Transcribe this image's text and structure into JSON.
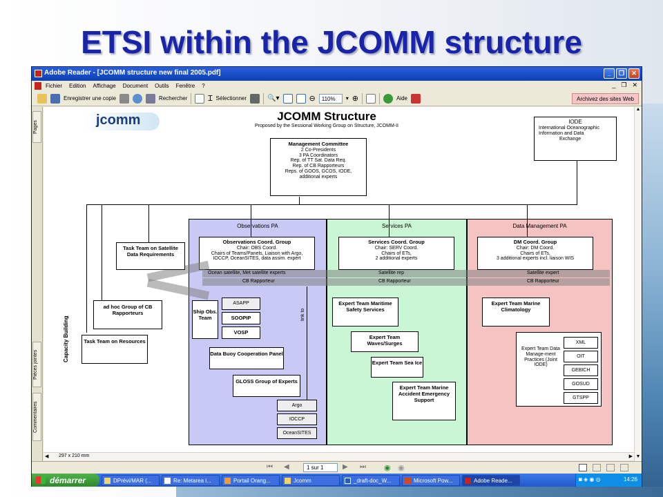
{
  "slide": {
    "title": "ETSI within the JCOMM structure"
  },
  "window": {
    "title": "Adobe Reader - [JCOMM structure new final 2005.pdf]",
    "menu": [
      "Fichier",
      "Edition",
      "Affichage",
      "Document",
      "Outils",
      "Fenêtre",
      "?"
    ],
    "toolbar": {
      "save_copy": "Enregistrer une copie",
      "search": "Rechercher",
      "select": "Sélectionner",
      "zoom": "110%",
      "help": "Aide",
      "archive": "Archivez des sites Web"
    },
    "side_tabs": [
      "Pages",
      "Pièces jointes",
      "Commentaires"
    ],
    "page_size": "297 x 210 mm",
    "page_nav": "1 sur 1"
  },
  "diagram": {
    "logo": "jcomm",
    "title": "JCOMM Structure",
    "subtitle": "Proposed by the Sessional Working Group on Structure, JCOMM-II",
    "management": {
      "title": "Management Committee",
      "lines": [
        "2 Co-Presidents",
        "3 PA Coordinators",
        "Rep. of TT Sat. Data Req.",
        "Rep. of CB Rapporteurs",
        "Reps. of GOOS, GCOS, IODE,",
        "additional experts"
      ]
    },
    "iode": {
      "title": "IODE",
      "lines": [
        "International Oceanographic",
        "Information and Data",
        "Exchange"
      ]
    },
    "obs_pa": "Observations PA",
    "serv_pa": "Services PA",
    "dm_pa": "Data Management PA",
    "obs_group": {
      "title": "Observations Coord. Group",
      "lines": [
        "Chair: OBS Coord.",
        "Chairs of Teams/Panels, Liaison with Argo,",
        "IOCCP, OceanSITES, data assim. expert"
      ]
    },
    "serv_group": {
      "title": "Services Coord. Group",
      "lines": [
        "Chair: SERV Coord.",
        "Chairs of ETs,",
        "2 additional experts"
      ]
    },
    "dm_group": {
      "title": "DM Coord. Group",
      "lines": [
        "Chair: DM Coord.",
        "Chairs of ETs,",
        "3 additional experts incl. liaison WIS"
      ]
    },
    "bar1": {
      "obs": "Ocean satellite, Met satellite experts",
      "serv": "Satellite rep",
      "dm": "Satellite expert"
    },
    "bar2": {
      "obs": "CB Rapporteur",
      "serv": "CB Rapporteur",
      "dm": "CB Rapporteur"
    },
    "task_sat": "Task Team on Satellite Data Requirements",
    "adhoc_cb": "ad hoc Group of CB Rapporteurs",
    "task_res": "Task Team on Resources",
    "capacity": "Capacity Building",
    "ship_obs": "Ship Obs. Team",
    "ship_items": [
      "ASAPP",
      "SOOPIP",
      "VOSP"
    ],
    "dbcp": "Data Buoy Cooperation Panel",
    "gloss": "GLOSS Group of Experts",
    "link": "link to",
    "obs_links": [
      "Argo",
      "IOCCP",
      "OceanSITES"
    ],
    "et_mss": "Expert Team Maritime Safety Services",
    "et_waves": "Expert Team Waves/Surges",
    "et_ice": "Expert Team Sea Ice",
    "et_maes": "Expert Team Marine Accident Emergency Support",
    "et_clim": "Expert Team Marine Climatology",
    "et_dmp": "Expert Team Data Manage-ment Practices (Joint IODE)",
    "dmp_items": [
      "XML",
      "OIT",
      "GEBICH",
      "GOSUD",
      "GTSPP"
    ]
  },
  "taskbar": {
    "start": "démarrer",
    "tasks": [
      "DPrévi/MAR (...",
      "Re: Metarea i...",
      "Portail Orang...",
      "Jcomm",
      "_draft-doc_W...",
      "Microsoft Pow...",
      "Adobe Reade..."
    ],
    "clock": "14:26"
  }
}
